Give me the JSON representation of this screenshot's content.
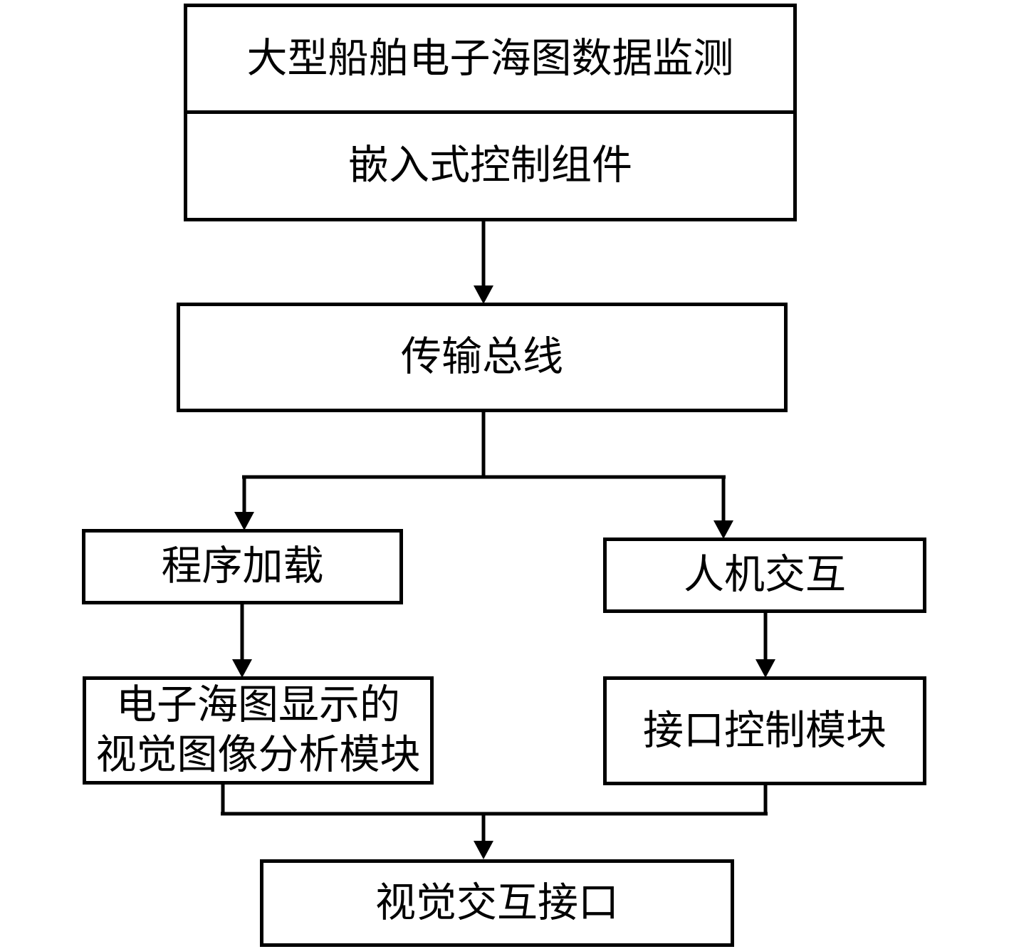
{
  "diagram": {
    "type": "flowchart",
    "background_color": "#ffffff",
    "line_color": "#000000",
    "nodes": {
      "data_monitoring": {
        "label": "大型船舶电子海图数据监测"
      },
      "embedded_control": {
        "label": "嵌入式控制组件"
      },
      "transmission_bus": {
        "label": "传输总线"
      },
      "program_loading": {
        "label": "程序加载"
      },
      "human_machine_interaction": {
        "label": "人机交互"
      },
      "visual_image_analysis": {
        "label_line1": "电子海图显示的",
        "label_line2": "视觉图像分析模块"
      },
      "interface_control_module": {
        "label": "接口控制模块"
      },
      "visual_interaction_interface": {
        "label": "视觉交互接口"
      }
    },
    "edges": [
      {
        "from": "embedded_control",
        "to": "transmission_bus"
      },
      {
        "from": "transmission_bus",
        "to": "program_loading"
      },
      {
        "from": "transmission_bus",
        "to": "human_machine_interaction"
      },
      {
        "from": "program_loading",
        "to": "visual_image_analysis"
      },
      {
        "from": "human_machine_interaction",
        "to": "interface_control_module"
      },
      {
        "from": "visual_image_analysis",
        "to": "visual_interaction_interface"
      },
      {
        "from": "interface_control_module",
        "to": "visual_interaction_interface"
      }
    ]
  }
}
